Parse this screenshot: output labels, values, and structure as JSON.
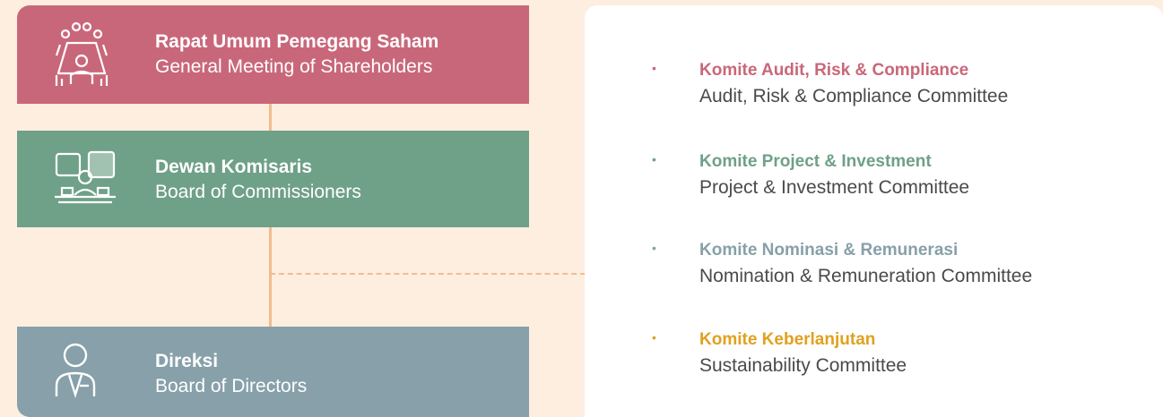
{
  "structure": {
    "rups": {
      "title": "Rapat Umum Pemegang Saham",
      "subtitle": "General Meeting of Shareholders"
    },
    "dekom": {
      "title": "Dewan Komisaris",
      "subtitle": "Board of Commissioners"
    },
    "direksi": {
      "title": "Direksi",
      "subtitle": "Board of Directors"
    }
  },
  "committees": [
    {
      "bullet": "•",
      "title": "Komite Audit, Risk & Compliance",
      "subtitle": "Audit, Risk & Compliance Committee",
      "color": "#c9677a"
    },
    {
      "bullet": "•",
      "title": "Komite Project & Investment",
      "subtitle": "Project & Investment Committee",
      "color": "#6fa088"
    },
    {
      "bullet": "•",
      "title": "Komite Nominasi & Remunerasi",
      "subtitle": "Nomination & Remuneration Committee",
      "color": "#87a0a9"
    },
    {
      "bullet": "•",
      "title": "Komite Keberlanjutan",
      "subtitle": "Sustainability Committee",
      "color": "#e0a11f"
    }
  ],
  "icons": {
    "rups": "meeting-table-icon",
    "dekom": "board-presentation-icon",
    "direksi": "director-person-icon"
  },
  "colors": {
    "background": "#fdeee0",
    "connector": "#f2bd8e",
    "panel": "#ffffff"
  }
}
